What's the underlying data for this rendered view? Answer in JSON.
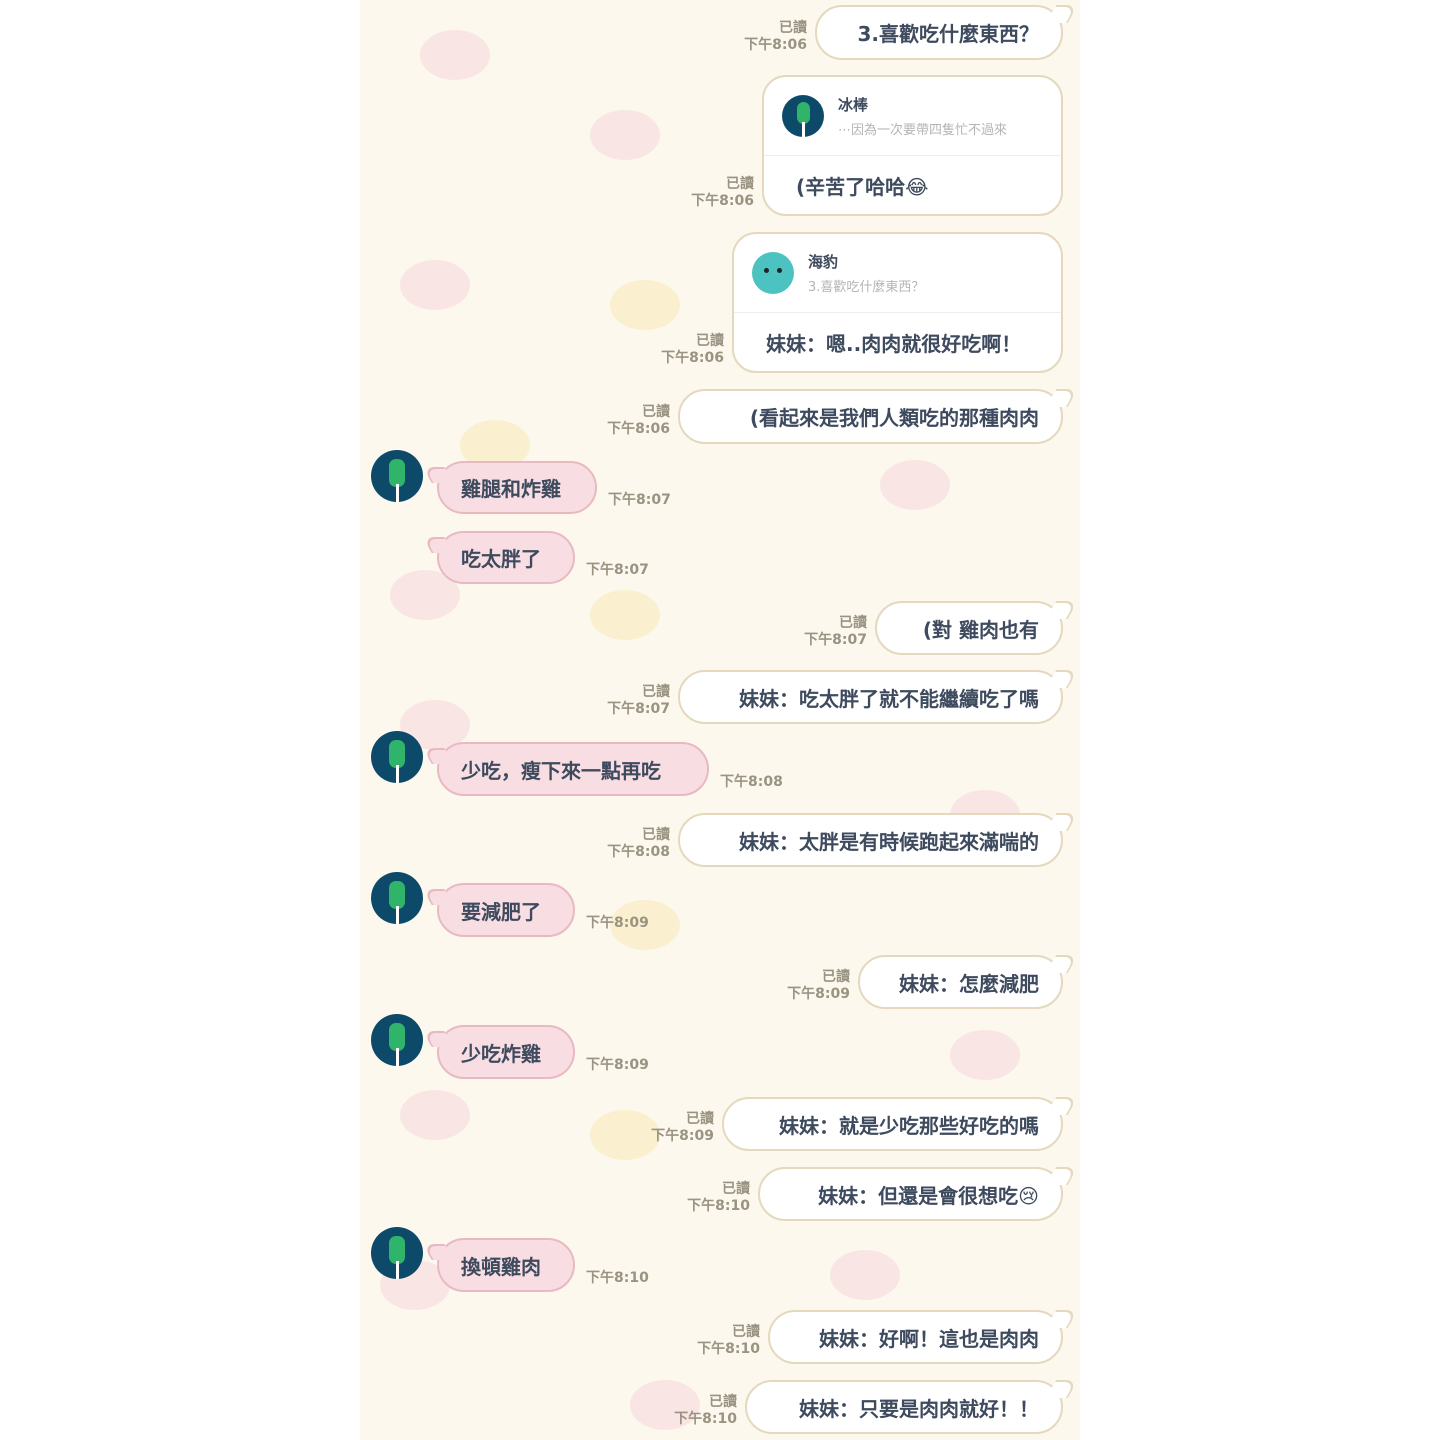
{
  "read_label": "已讀",
  "messages": [
    {
      "side": "me",
      "text": "3.喜歡吃什麼東西？",
      "time": "下午8:06"
    },
    {
      "side": "me",
      "type": "reply",
      "reply_name": "冰棒",
      "reply_quote": "⋯因為一次要帶四隻忙不過來",
      "reply_avatar": "popsicle",
      "text": "(辛苦了哈哈😂",
      "time": "下午8:06"
    },
    {
      "side": "me",
      "type": "reply",
      "reply_name": "海豹",
      "reply_quote": "3.喜歡吃什麼東西？",
      "reply_avatar": "seal",
      "text": "妹妹：嗯..肉肉就很好吃啊！",
      "time": "下午8:06"
    },
    {
      "side": "me",
      "text": "(看起來是我們人類吃的那種肉肉",
      "time": "下午8:06"
    },
    {
      "side": "them",
      "text": "雞腿和炸雞",
      "time": "下午8:07",
      "avatar": true
    },
    {
      "side": "them",
      "text": "吃太胖了",
      "time": "下午8:07"
    },
    {
      "side": "me",
      "text": "(對 雞肉也有",
      "time": "下午8:07"
    },
    {
      "side": "me",
      "text": "妹妹：吃太胖了就不能繼續吃了嗎",
      "time": "下午8:07"
    },
    {
      "side": "them",
      "text": "少吃，瘦下來一點再吃",
      "time": "下午8:08",
      "avatar": true
    },
    {
      "side": "me",
      "text": "妹妹：太胖是有時候跑起來滿喘的",
      "time": "下午8:08"
    },
    {
      "side": "them",
      "text": "要減肥了",
      "time": "下午8:09",
      "avatar": true
    },
    {
      "side": "me",
      "text": "妹妹：怎麼減肥",
      "time": "下午8:09"
    },
    {
      "side": "them",
      "text": "少吃炸雞",
      "time": "下午8:09",
      "avatar": true
    },
    {
      "side": "me",
      "text": "妹妹：就是少吃那些好吃的嗎",
      "time": "下午8:09"
    },
    {
      "side": "me",
      "text": "妹妹：但還是會很想吃😢",
      "time": "下午8:10"
    },
    {
      "side": "them",
      "text": "換頓雞肉",
      "time": "下午8:10",
      "avatar": true
    },
    {
      "side": "me",
      "text": "妹妹：好啊！這也是肉肉",
      "time": "下午8:10"
    },
    {
      "side": "me",
      "text": "妹妹：只要是肉肉就好！！",
      "time": "下午8:10"
    }
  ]
}
